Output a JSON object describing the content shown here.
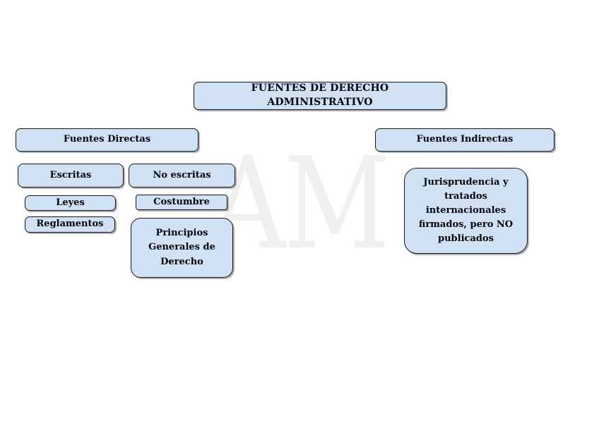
{
  "colors": {
    "background": "#ffffff",
    "box_fill": "#cfe1f3",
    "box_border": "#16161f",
    "text": "#04040c",
    "watermark": "#f0f0f1"
  },
  "watermark": {
    "text": "AM"
  },
  "diagram": {
    "nodes": {
      "title": "FUENTES DE DERECHO\nADMINISTRATIVO",
      "fuentes_directas": "Fuentes Directas",
      "fuentes_indirectas": "Fuentes Indirectas",
      "escritas": "Escritas",
      "no_escritas": "No escritas",
      "leyes": "Leyes",
      "costumbre": "Costumbre",
      "reglamentos": "Reglamentos",
      "principios": "Principios\nGenerales de\nDerecho",
      "jurisprudencia": "Jurisprudencia y\ntratados\ninternacionales\nfirmados, pero NO\npublicados"
    }
  }
}
